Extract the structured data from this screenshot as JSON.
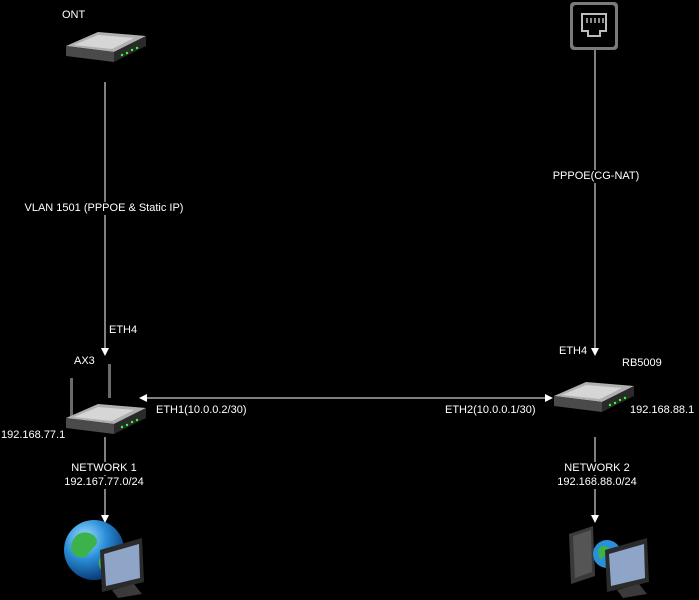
{
  "nodes": {
    "ont": {
      "label": "ONT"
    },
    "ax3": {
      "label": "AX3",
      "ip": "192.168.77.1"
    },
    "rb5009": {
      "label": "RB5009",
      "ip": "192.168.88.1"
    }
  },
  "edges": {
    "ont_ax3": {
      "label": "VLAN 1501 (PPPOE & Static IP)",
      "port": "ETH4"
    },
    "isp_rb": {
      "label": "PPPOE(CG-NAT)",
      "port": "ETH4"
    },
    "ax3_rb": {
      "left_port": "ETH1(10.0.0.2/30)",
      "right_port": "ETH2(10.0.0.1/30)"
    },
    "ax3_net1": {
      "name": "NETWORK 1",
      "subnet": "192.167.77.0/24"
    },
    "rb_net2": {
      "name": "NETWORK 2",
      "subnet": "192.168.88.0/24"
    }
  },
  "icons": [
    "router-icon",
    "ethernet-port-icon",
    "wireless-router-icon",
    "globe-computer-icon",
    "computer-icon"
  ],
  "colors": {
    "background": "#000000",
    "line": "#ffffff"
  }
}
